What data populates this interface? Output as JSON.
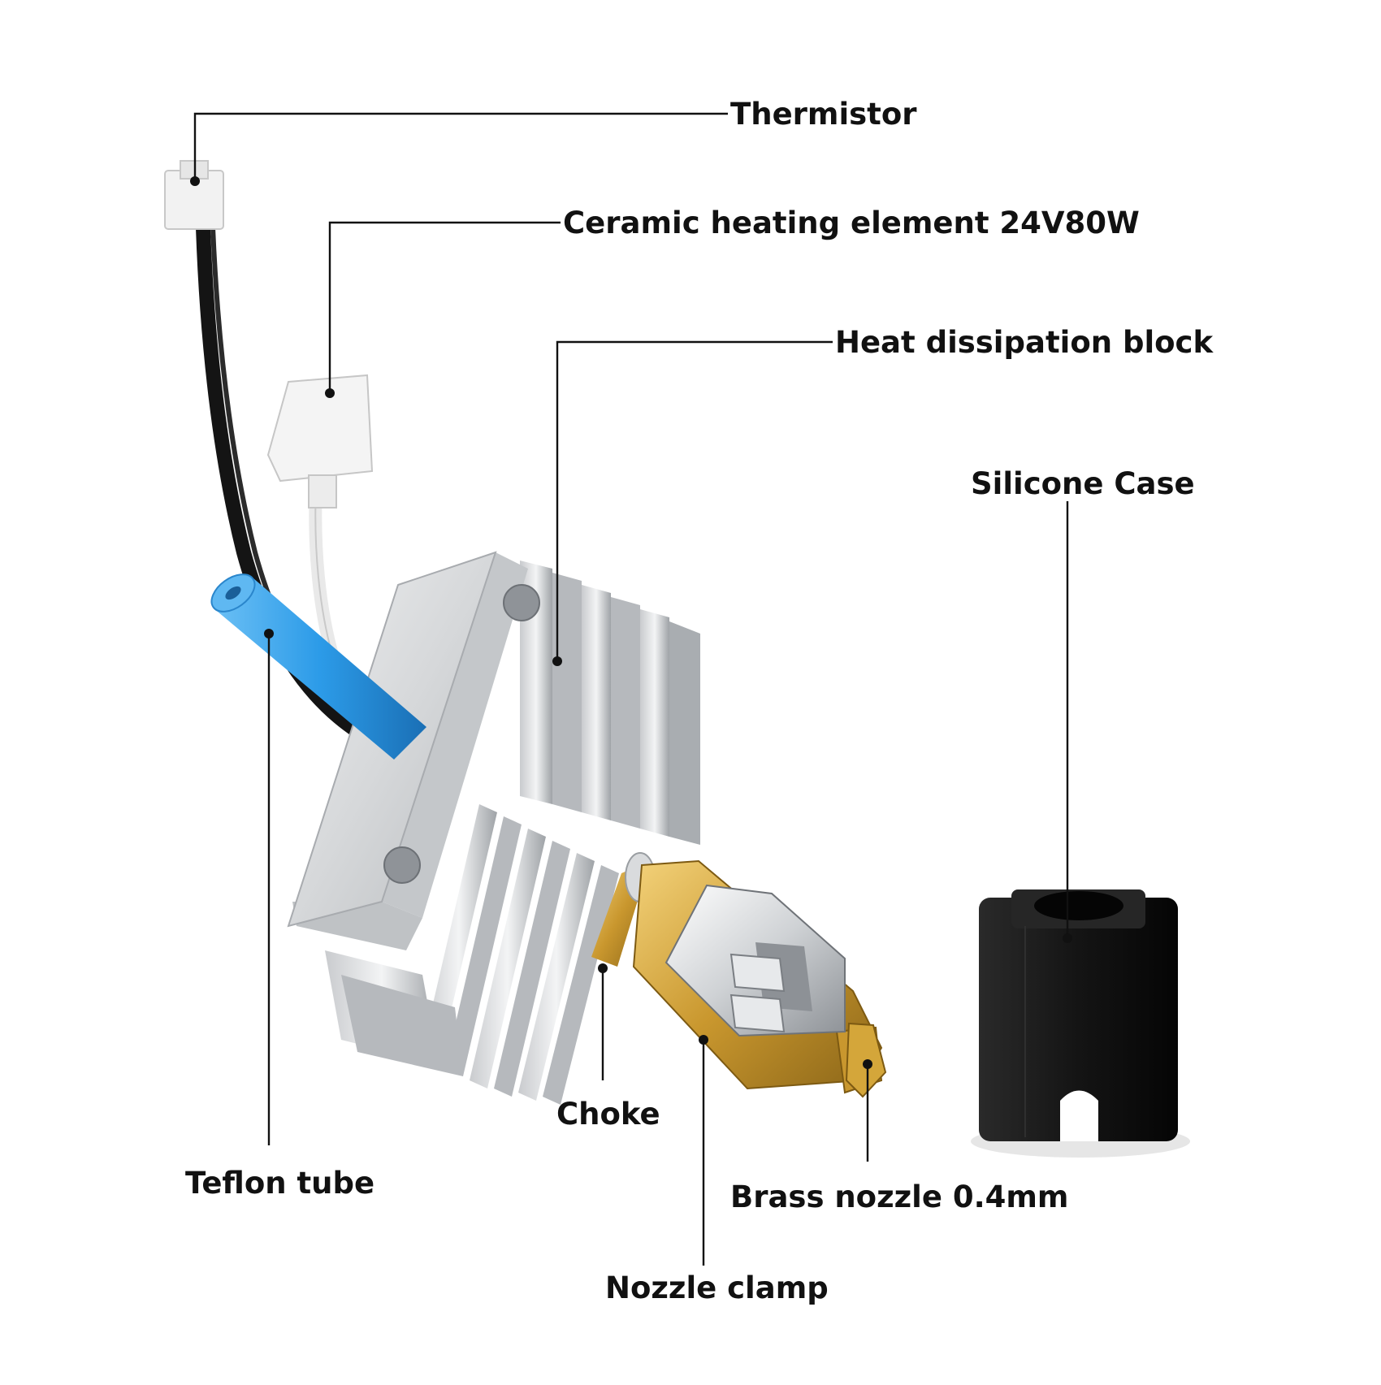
{
  "labels": {
    "thermistor": "Thermistor",
    "ceramic_heater": "Ceramic heating element 24V80W",
    "heat_block": "Heat dissipation block",
    "silicone_case": "Silicone Case",
    "teflon_tube": "Teflon tube",
    "choke": "Choke",
    "brass_nozzle": "Brass nozzle 0.4mm",
    "nozzle_clamp": "Nozzle clamp"
  },
  "colors": {
    "leader_line": "#111111",
    "aluminum": "#d9dbdd",
    "teflon": "#2c9be8",
    "brass": "#d4a63a",
    "silicone": "#1a1a1a",
    "connector": "#f2f2f2"
  }
}
